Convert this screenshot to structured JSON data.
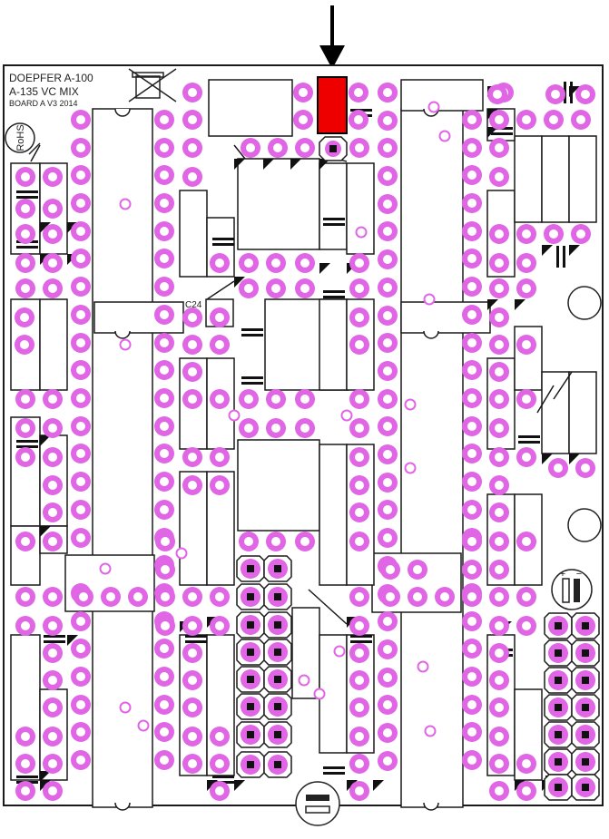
{
  "board": {
    "title_line1": "DOEPFER A-100",
    "title_line2": "A-135 VC MIX",
    "title_line3": "BOARD A   V3 2014",
    "rohs_label": "RoHS",
    "cap_label": "C24",
    "polarity_plus": "+",
    "polarity_minus": "−"
  },
  "colors": {
    "pad": "#e066e6",
    "outline": "#1a1a1a",
    "highlight": "#ee0000",
    "background": "#ffffff"
  },
  "icons": {
    "pointer": "arrow-down-icon",
    "waste_bin": "crossed-bin-icon",
    "rohs": "rohs-badge-icon"
  }
}
